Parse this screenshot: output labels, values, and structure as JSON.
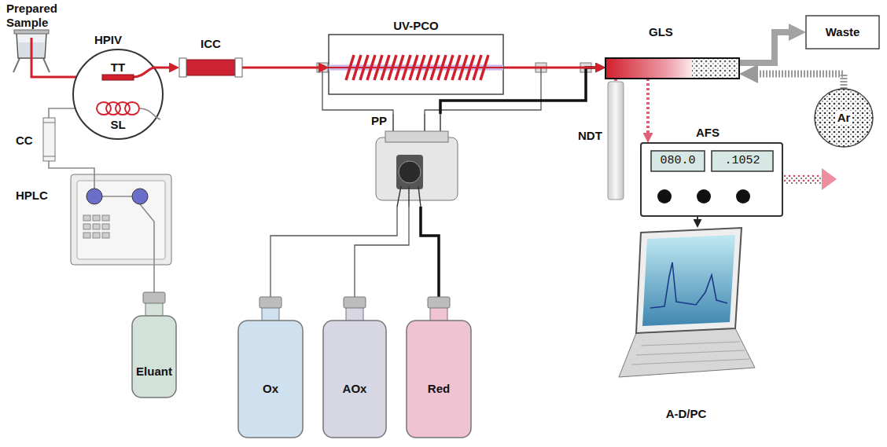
{
  "diagram": {
    "nodes": [
      {
        "text": [
          "Prepared Sample"
        ]
      },
      {
        "text": [
          "HPIV"
        ]
      },
      {
        "text": [
          "TT"
        ],
        "in": 1
      },
      {
        "text": [
          "SL"
        ],
        "in": 1
      },
      {
        "text": [
          "ICC"
        ]
      },
      {
        "text": [
          "UV-PCO"
        ]
      },
      {
        "text": [
          "GLS"
        ]
      },
      {
        "text": [
          "Waste"
        ]
      },
      {
        "text": [
          "Ar"
        ]
      },
      {
        "text": [
          "CC"
        ]
      },
      {
        "text": [
          "PP"
        ]
      },
      {
        "text": [
          "NDT"
        ]
      },
      {
        "text": [
          "AFS"
        ]
      },
      {
        "text": [
          "080.0"
        ],
        "in": 12
      },
      {
        "text": [
          ".1052"
        ],
        "in": 12
      },
      {
        "text": [
          "HPLC"
        ]
      },
      {
        "text": [
          "Eluant"
        ]
      },
      {
        "text": [
          "A-D/PC"
        ]
      },
      {
        "text": [
          "Ox"
        ]
      },
      {
        "text": [
          "AOx"
        ]
      },
      {
        "text": [
          "Red"
        ]
      }
    ],
    "edges": [
      {
        "from": 0,
        "to": 2,
        "arrow": "to"
      },
      {
        "from": 16,
        "to": 15,
        "arrow": "none"
      },
      {
        "from": 15,
        "to": 9,
        "arrow": "none"
      },
      {
        "from": 9,
        "to": 3,
        "arrow": "none"
      },
      {
        "from": 1,
        "to": 4,
        "arrow": "to"
      },
      {
        "from": 4,
        "to": 5,
        "arrow": "to"
      },
      {
        "from": 5,
        "to": 6,
        "arrow": "to"
      },
      {
        "from": 6,
        "to": 7,
        "arrow": "to"
      },
      {
        "from": 8,
        "to": 6,
        "arrow": "to"
      },
      {
        "from": 6,
        "to": 11,
        "arrow": "none"
      },
      {
        "from": 6,
        "to": 12,
        "arrow": "to"
      },
      {
        "from": 12,
        "to": 17,
        "arrow": "to"
      },
      {
        "from": 18,
        "to": 10,
        "arrow": "none"
      },
      {
        "from": 19,
        "to": 10,
        "arrow": "none"
      },
      {
        "from": 20,
        "to": 10,
        "arrow": "none"
      },
      {
        "from": 10,
        "to": 5,
        "arrow": "to"
      },
      {
        "from": 10,
        "to": 6,
        "arrow": "to"
      },
      {
        "from": 10,
        "to": 6,
        "arrow": "to"
      }
    ]
  }
}
